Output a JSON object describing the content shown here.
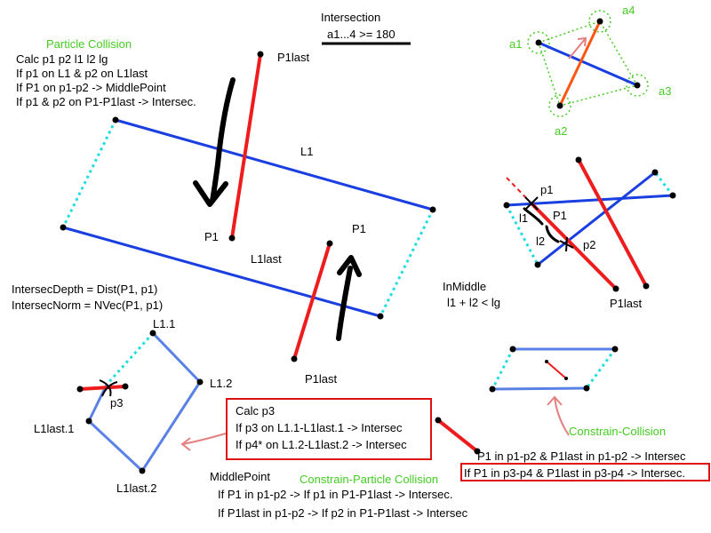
{
  "colors": {
    "blue": "#1a3fe0",
    "light_blue": "#5a82e6",
    "red": "#ee1c1c",
    "cyan": "#22dddd",
    "orange": "#ff5511",
    "green": "#44cc22",
    "box_red": "#dd1111",
    "arrow_pink": "#e48080",
    "black": "#000000"
  },
  "intersection": {
    "title": "Intersection",
    "condition": "a1...4 >= 180",
    "labels": {
      "a1": "a1",
      "a2": "a2",
      "a3": "a3",
      "a4": "a4"
    }
  },
  "particle_collision": {
    "title": "Particle Collision",
    "lines": [
      "Calc  p1 p2 l1 l2 lg",
      "If p1 on L1 & p2 on L1last",
      "If P1 on p1-p2 -> MiddlePoint",
      "If p1 & p2 on P1-P1last -> Intersec."
    ]
  },
  "main_diagram": {
    "p1last_top": "P1last",
    "l1": "L1",
    "p1_left": "P1",
    "l1last": "L1last",
    "p1_right": "P1",
    "p1last_bottom": "P1last"
  },
  "intersect_formula": {
    "depth": "IntersecDepth = Dist(P1, p1)",
    "norm": "IntersecNorm = NVec(P1, p1)"
  },
  "in_middle": {
    "title": "InMiddle",
    "condition": "l1 + l2 < lg",
    "labels": {
      "p1": "p1",
      "l1": "l1",
      "P1": "P1",
      "l2": "l2",
      "p2": "p2",
      "P1last": "P1last"
    }
  },
  "bottom_left": {
    "l11": "L1.1",
    "l12": "L1.2",
    "p3": "p3",
    "l1last1": "L1last.1",
    "l1last2": "L1last.2"
  },
  "calc_box": {
    "lines": [
      "Calc p3",
      "If p3 on L1.1-L1last.1 -> Intersec",
      "If p4* on L1.2-L1last.2 -> Intersec"
    ]
  },
  "middle_point": {
    "title": "MiddlePoint",
    "lines": [
      "If P1 in p1-p2 -> If p1 in P1-P1last -> Intersec.",
      "If P1last in p1-p2 -> If p2 in P1-P1last -> Intersec"
    ]
  },
  "constrain_particle": {
    "title": "Constrain-Particle Collision"
  },
  "constrain_collision": {
    "title": "Constrain-Collision",
    "lines": [
      "P1 in p1-p2 & P1last in p1-p2 -> Intersec",
      "If P1 in p3-p4 & P1last in p3-p4 -> Intersec."
    ]
  }
}
